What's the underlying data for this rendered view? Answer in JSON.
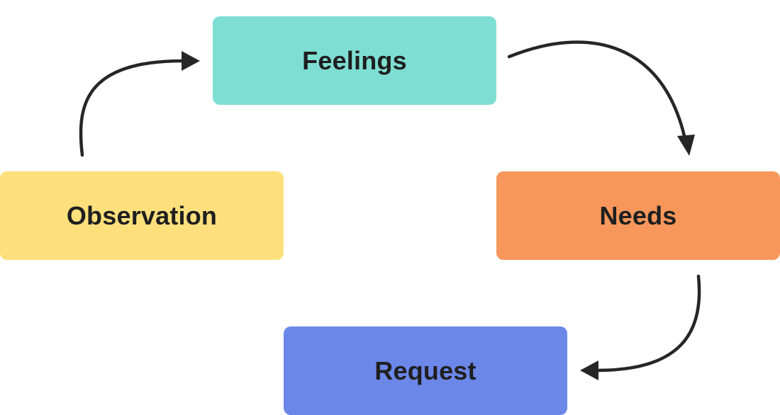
{
  "nodes": {
    "feelings": {
      "label": "Feelings",
      "color": "#7fded3"
    },
    "observation": {
      "label": "Observation",
      "color": "#fde07c"
    },
    "needs": {
      "label": "Needs",
      "color": "#f7975c"
    },
    "request": {
      "label": "Request",
      "color": "#6b87e8"
    }
  },
  "arrow_color": "#262626",
  "flow": [
    "Observation",
    "Feelings",
    "Needs",
    "Request"
  ]
}
